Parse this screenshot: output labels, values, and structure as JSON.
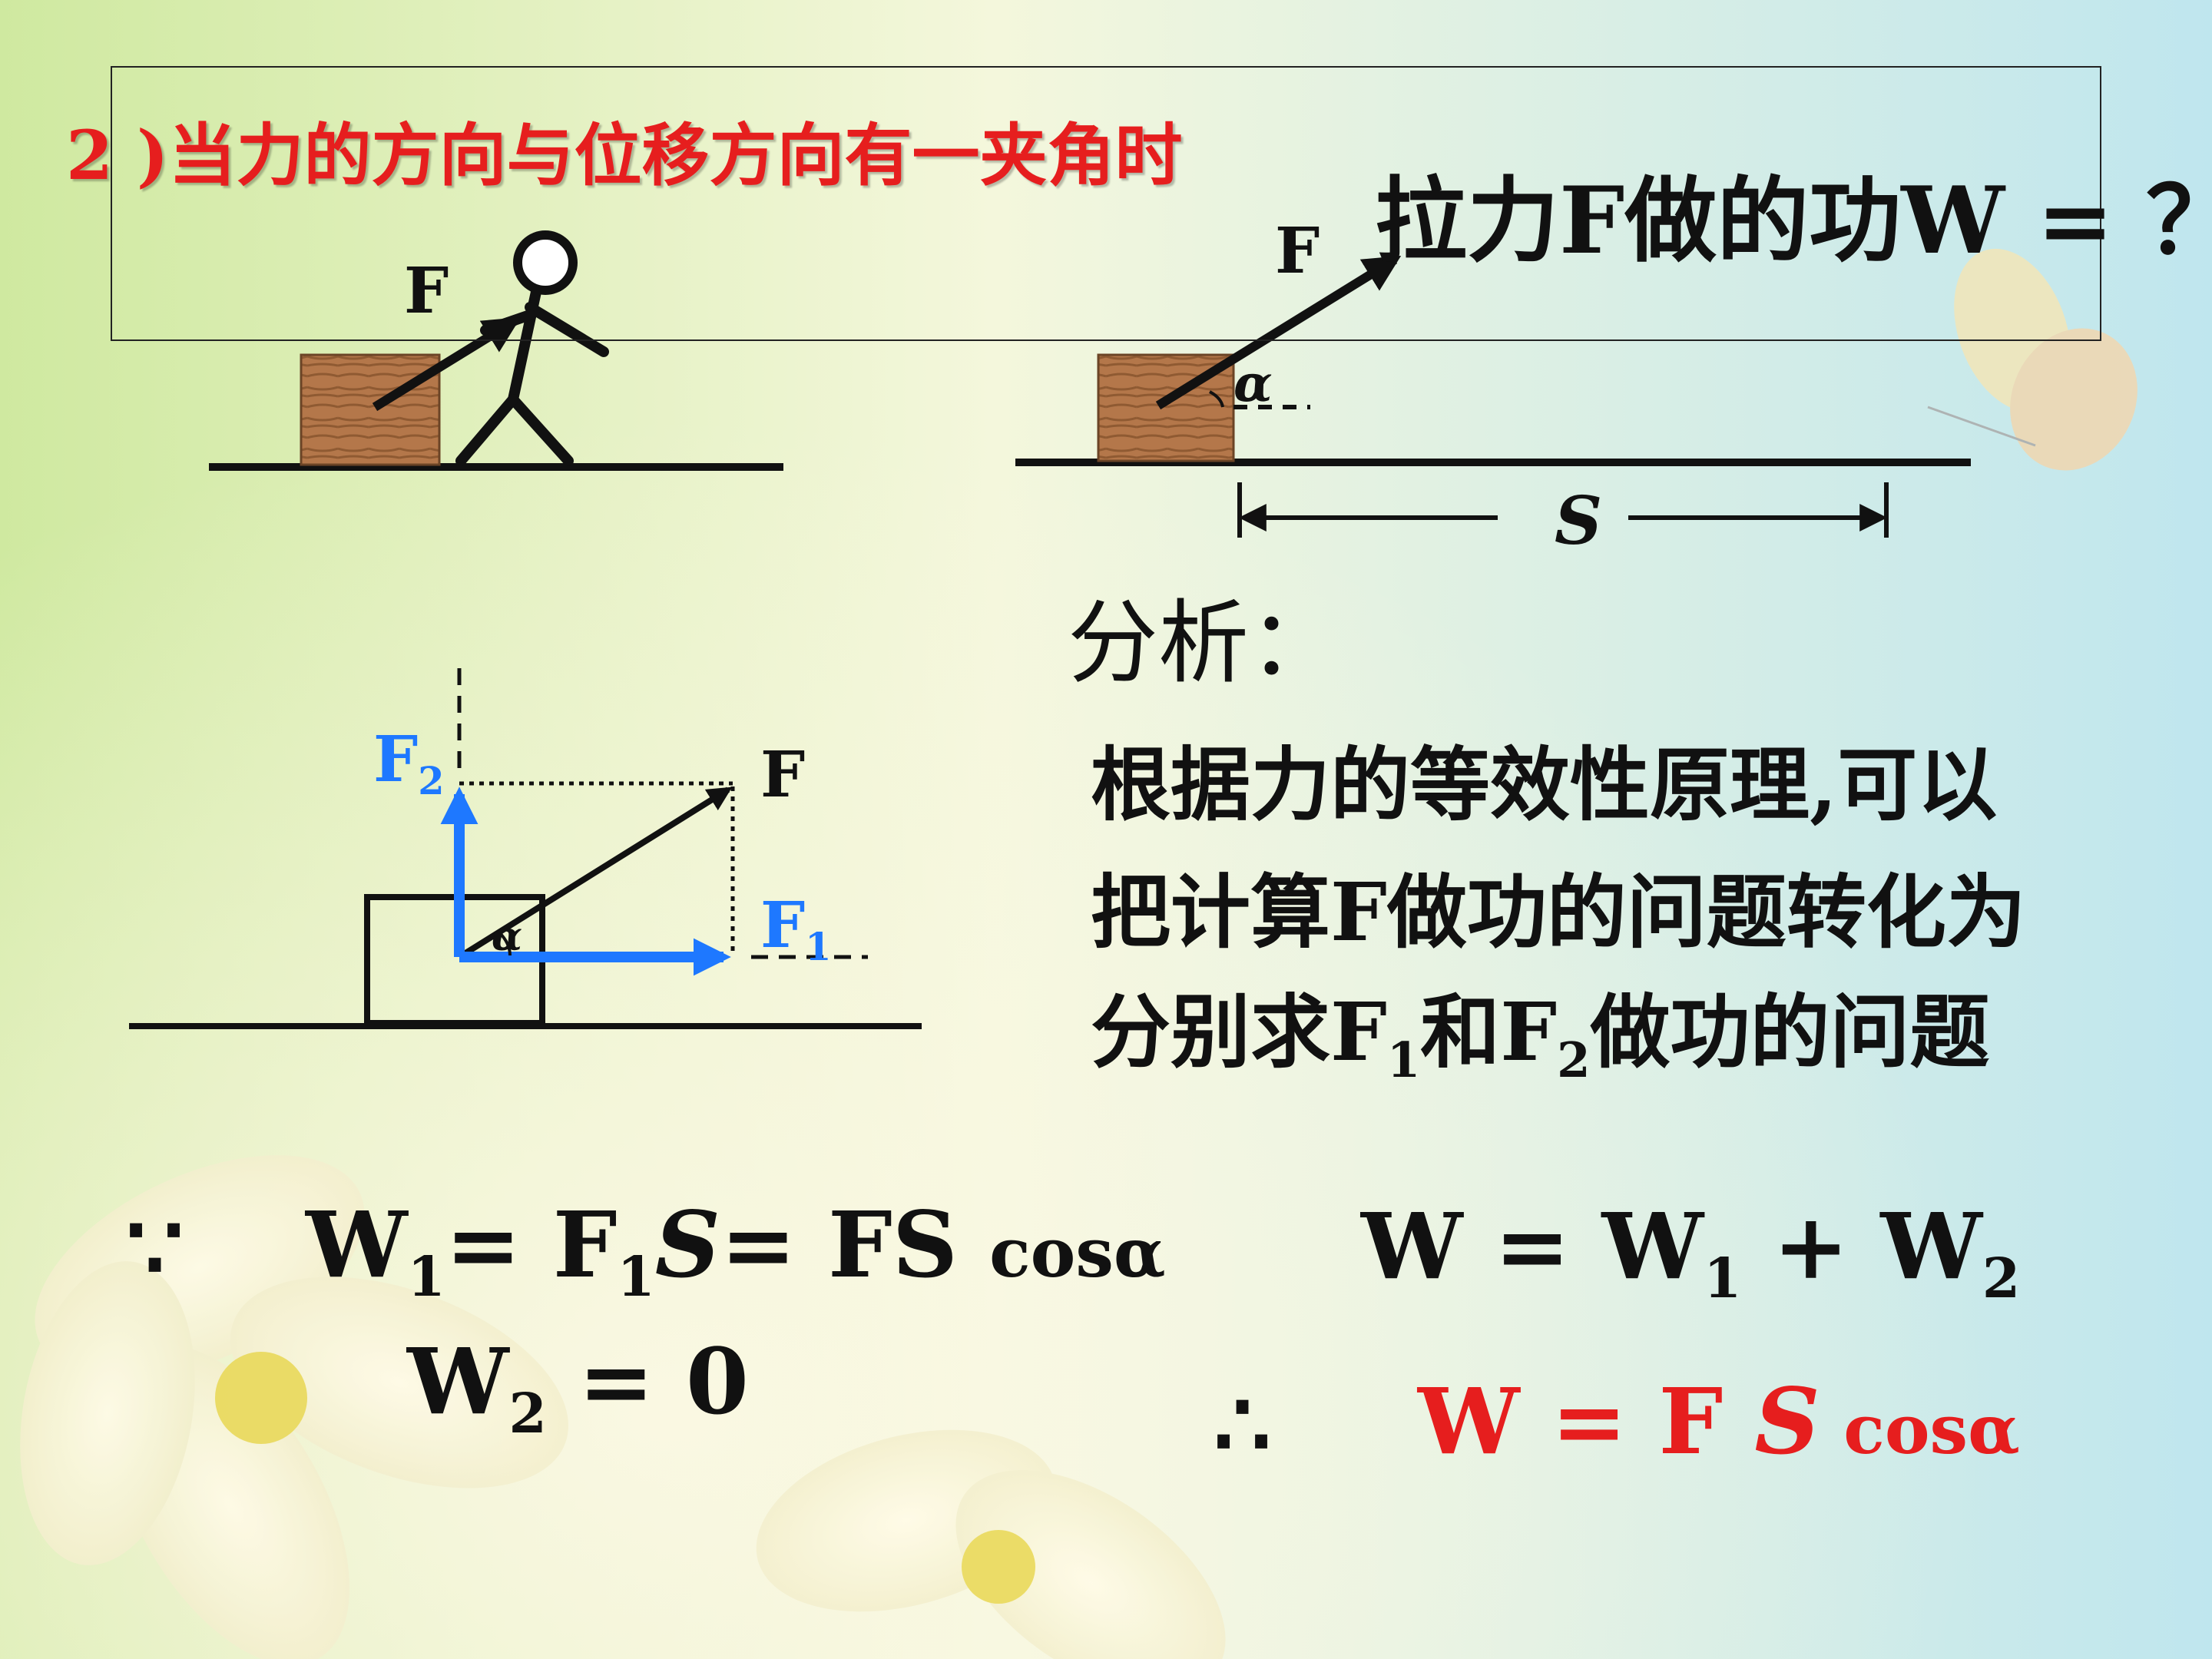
{
  "heading": "2 )当力的方向与位移方向有一夹角时",
  "question": "拉力F做的功W = ？",
  "analysis": {
    "title": "分析：",
    "line1": "根据力的等效性原理,可以",
    "line2": "把计算F做功的问题转化为",
    "line3_a": "分别求F",
    "line3_b": "1",
    "line3_c": "和F",
    "line3_d": "2",
    "line3_e": "做功的问题"
  },
  "diagram_labels": {
    "runner_force": "F",
    "pull_force": "F",
    "pull_angle": "α",
    "displacement": "S",
    "comp_force": "F",
    "comp_f1": "F",
    "comp_f1_sub": "1",
    "comp_f2": "F",
    "comp_f2_sub": "2",
    "comp_angle": "α"
  },
  "equations": {
    "because": "∵",
    "therefore": "∴",
    "w1_a": "W",
    "w1_sub": "1",
    "w1_b": "= F",
    "w1_sub2": "1",
    "w1_s": "S",
    "w1_c": "= FS",
    "w1_cos": "cosα",
    "w2_a": "W",
    "w2_sub": "2",
    "w2_b": " = 0",
    "sum_a": "W = W",
    "sum_sub1": "1",
    "sum_b": " + W",
    "sum_sub2": "2",
    "result_a": "W = F ",
    "result_s": "S",
    "result_cos": " cosα"
  },
  "colors": {
    "accent_red": "#e61e1e",
    "component_blue": "#1e78ff",
    "text": "#111111",
    "box_wood": "#b4774a"
  }
}
